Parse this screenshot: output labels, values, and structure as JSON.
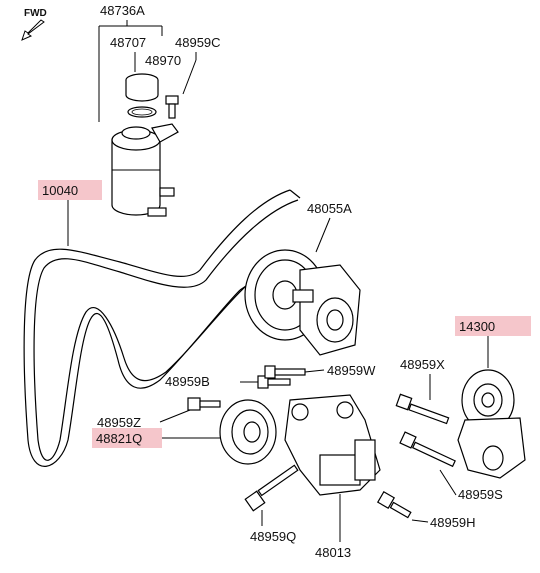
{
  "fwd_label": "FWD",
  "labels": {
    "p48736A": "48736A",
    "p48707": "48707",
    "p48959C": "48959C",
    "p48970": "48970",
    "p10040": "10040",
    "p48055A": "48055A",
    "p14300": "14300",
    "p48959B": "48959B",
    "p48959W": "48959W",
    "p48959X": "48959X",
    "p48959Z": "48959Z",
    "p48821Q": "48821Q",
    "p48959S": "48959S",
    "p48959Q": "48959Q",
    "p48959H": "48959H",
    "p48013": "48013"
  },
  "highlight_color": "#f5c6cb"
}
